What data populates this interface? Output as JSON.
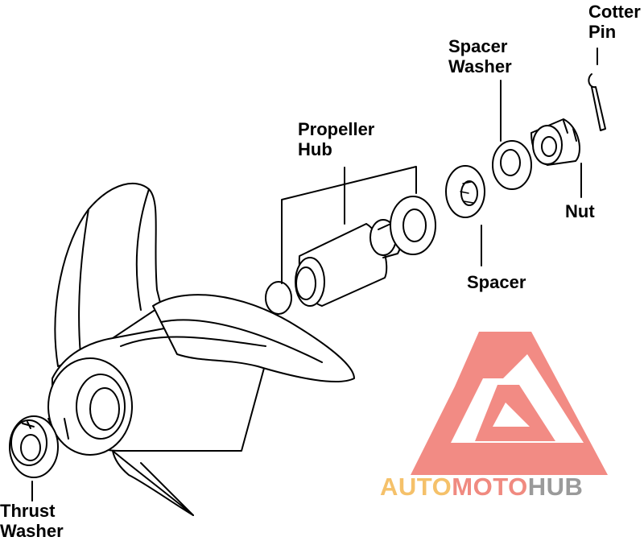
{
  "labels": {
    "cotter_pin": [
      "Cotter",
      "Pin"
    ],
    "spacer_washer": [
      "Spacer",
      "Washer"
    ],
    "propeller_hub": [
      "Propeller",
      "Hub"
    ],
    "spacer": "Spacer",
    "nut": "Nut",
    "thrust_washer": [
      "Thrust",
      "Washer"
    ]
  },
  "watermark": {
    "part1": "AUTO",
    "part2": "MOTO",
    "part3": "HUB",
    "colors": {
      "logo": "#f28b84",
      "auto": "#f5c16a",
      "moto": "#f08a80",
      "hub": "#9a9a9a"
    }
  }
}
